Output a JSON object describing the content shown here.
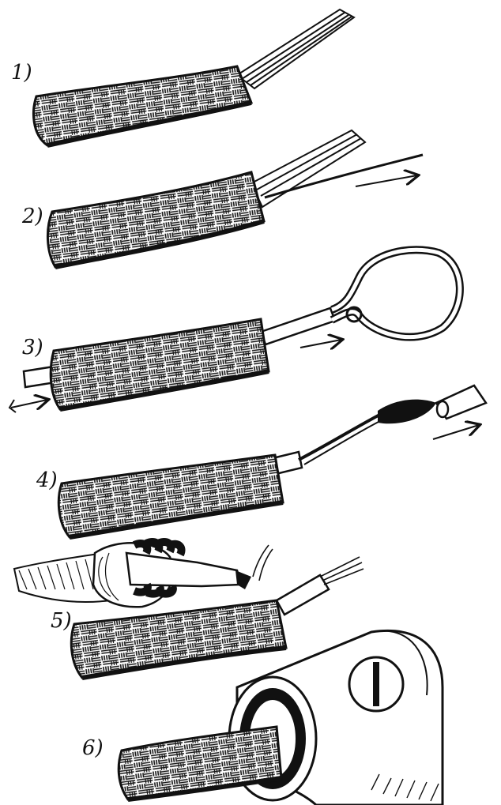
{
  "steps": [
    {
      "label": "1)"
    },
    {
      "label": "2)"
    },
    {
      "label": "3)"
    },
    {
      "label": "4)"
    },
    {
      "label": "5)"
    },
    {
      "label": "6)"
    }
  ],
  "colors": {
    "ink": "#111111",
    "paper": "#ffffff"
  },
  "icons": {
    "braid": "braided-shield-icon",
    "arrow": "direction-arrow-icon",
    "loop": "wire-loop-icon",
    "iron": "soldering-iron-icon",
    "plug": "plug-housing-icon",
    "screw": "screw-icon"
  }
}
